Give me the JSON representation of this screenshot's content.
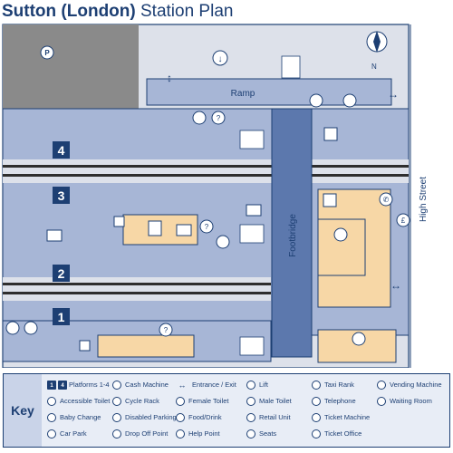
{
  "title": {
    "bold": "Sutton (London)",
    "light": "Station Plan"
  },
  "map": {
    "ramp": "Ramp",
    "footbridge": "Footbridge",
    "high_street": "High Street",
    "north": "N",
    "platforms": [
      "4",
      "3",
      "2",
      "1"
    ]
  },
  "key": {
    "title": "Key",
    "platform_icons": [
      "1",
      "4"
    ],
    "columns": [
      [
        "Platforms 1-4",
        "Accessible Toilet",
        "Baby Change",
        "Car Park"
      ],
      [
        "Cash Machine",
        "Cycle Rack",
        "Disabled Parking",
        "Drop Off Point"
      ],
      [
        "Entrance / Exit",
        "Female Toilet",
        "Food/Drink",
        "Help Point"
      ],
      [
        "Lift",
        "Male Toilet",
        "Retail Unit",
        "Seats"
      ],
      [
        "Taxi Rank",
        "Telephone",
        "Ticket Machine",
        "Ticket Office"
      ],
      [
        "Vending Machine",
        "Waiting Room"
      ]
    ],
    "icons": [
      [
        "platform-icon",
        "accessible-toilet-icon",
        "baby-change-icon",
        "car-park-icon"
      ],
      [
        "cash-machine-icon",
        "cycle-rack-icon",
        "disabled-parking-icon",
        "drop-off-icon"
      ],
      [
        "entrance-exit-icon",
        "female-toilet-icon",
        "food-drink-icon",
        "help-point-icon"
      ],
      [
        "lift-icon",
        "male-toilet-icon",
        "retail-unit-icon",
        "seats-icon"
      ],
      [
        "taxi-rank-icon",
        "telephone-icon",
        "ticket-machine-icon",
        "ticket-office-icon"
      ],
      [
        "vending-machine-icon",
        "waiting-room-icon"
      ]
    ]
  },
  "colors": {
    "navy": "#1d3f73",
    "platform": "#a7b6d6",
    "building": "#f7d7a6",
    "grey": "#dde1ea",
    "dark_grey": "#8a8a8a",
    "track": "#2e2e2e"
  }
}
